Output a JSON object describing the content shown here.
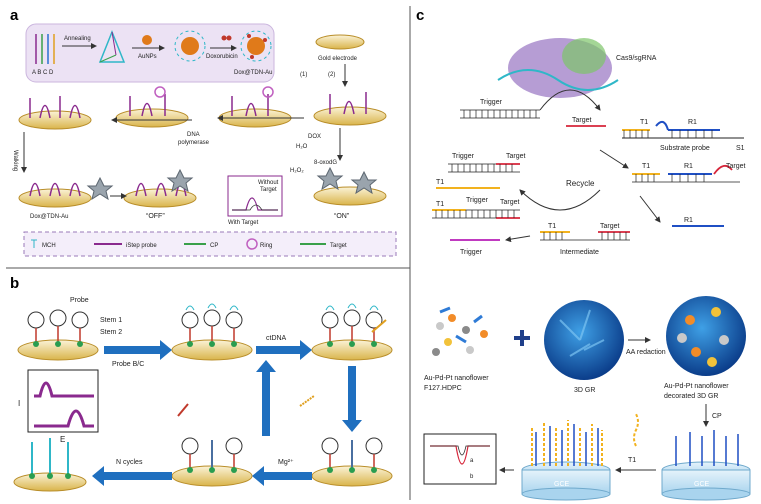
{
  "panels": {
    "a": {
      "label": "a",
      "strands": "A  B C D",
      "annealing": "Annealing",
      "aunps": "AuNPs",
      "doxorubicin": "Doxorubicin",
      "dox_tdn_au": "Dox@TDN-Au",
      "gold_electrode": "Gold electrode",
      "step1": "(1)",
      "step2": "(2)",
      "dna_polymerase_1": "DNA",
      "dna_polymerase_2": "polymerase",
      "dox": "DOX",
      "h2o": "H₂O",
      "h2o2": "H₂O₂",
      "oxodg": "8-oxodG",
      "walking": "Walking",
      "dox_tdn_au_2": "Dox@TDN-Au",
      "off": "“OFF”",
      "on": "“ON”",
      "without_target_1": "Without",
      "without_target_2": "Target",
      "with_target": "With Target",
      "legend": {
        "mch": "MCH",
        "istep": "iStep probe",
        "cp": "CP",
        "ring": "Ring",
        "target": "Target"
      }
    },
    "b": {
      "label": "b",
      "probe": "Probe",
      "stem1": "Stem 1",
      "stem2": "Stem 2",
      "probe_bc": "Probe B/C",
      "ctdna": "ctDNA",
      "mg": "Mg²⁺",
      "n_cycles": "N cycles",
      "axis_i": "I",
      "axis_e": "E"
    },
    "c": {
      "label": "c",
      "cas9": "Cas9/sgRNA",
      "trigger_top": "Trigger",
      "target_top": "Target",
      "t1": "T1",
      "r1": "R1",
      "substrate_probe": "Substrate probe",
      "s1": "S1",
      "trigger_left": "Trigger",
      "target_left": "Target",
      "recycle": "Recycle",
      "t1_b": "T1",
      "r1_b": "R1",
      "target_b": "Target",
      "t1_c": "T1",
      "trigger_c": "Trigger",
      "target_c": "Target",
      "t1_d": "T1",
      "r1_free": "R1",
      "trigger_bottom": "Trigger",
      "t1_e": "T1",
      "target_e": "Target",
      "intermediate": "Intermediate",
      "nanoflower_1": "Au-Pd-Pt nanoflower",
      "nanoflower_2": "F127.HDPC",
      "gr": "3D GR",
      "aa": "AA redaction",
      "decorated_1": "Au-Pd-Pt nanoflower",
      "decorated_2": "decorated 3D GR",
      "cp": "CP",
      "t1_f": "T1",
      "gce_1": "GCE",
      "gce_2": "GCE",
      "curve_a": "a",
      "curve_b": "b"
    }
  },
  "colors": {
    "arrow_blue": "#1f6fbf",
    "legend_bg": "#e9e0f3",
    "gold": "#d9b44a",
    "purple": "#8a2a8e",
    "teal": "#2fb7c8"
  }
}
